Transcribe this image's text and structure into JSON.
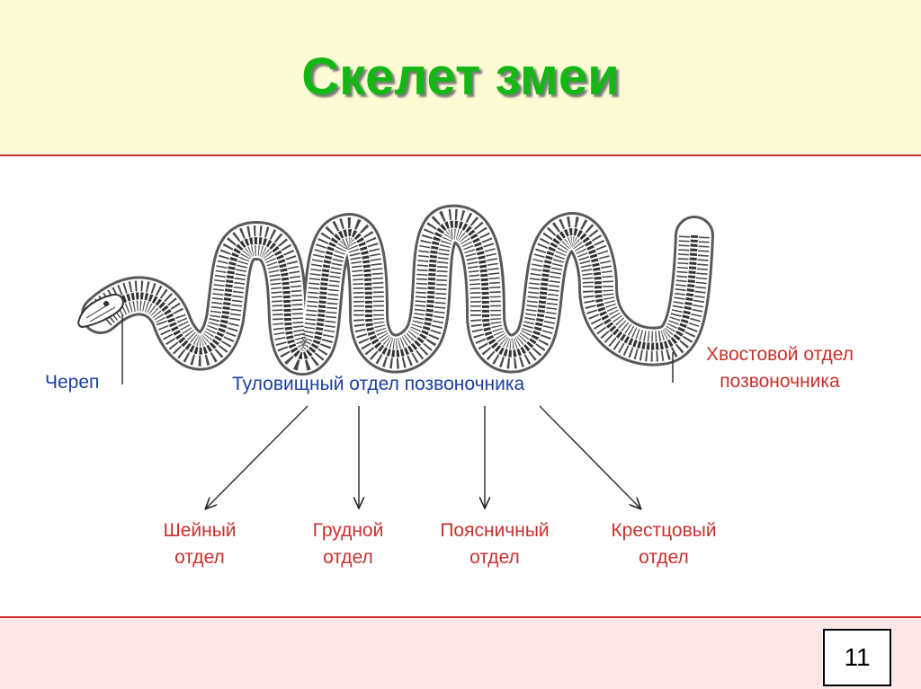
{
  "slide": {
    "title": "Скелет змеи",
    "page_number": "11"
  },
  "labels": {
    "skull": "Череп",
    "trunk": "Туловищный отдел позвоночника",
    "tail": {
      "line1": "Хвостовой отдел",
      "line2": "позвоночника"
    }
  },
  "sections": [
    {
      "line1": "Шейный",
      "line2": "отдел"
    },
    {
      "line1": "Грудной",
      "line2": "отдел"
    },
    {
      "line1": "Поясничный",
      "line2": "отдел"
    },
    {
      "line1": "Крестцовый",
      "line2": "отдел"
    }
  ],
  "colors": {
    "title": "#14b814",
    "header_bg": "#fdfbd3",
    "footer_bg": "#fce6e6",
    "divider": "#cc3333",
    "label_blue": "#1c3f9e",
    "label_red": "#c8322d"
  }
}
